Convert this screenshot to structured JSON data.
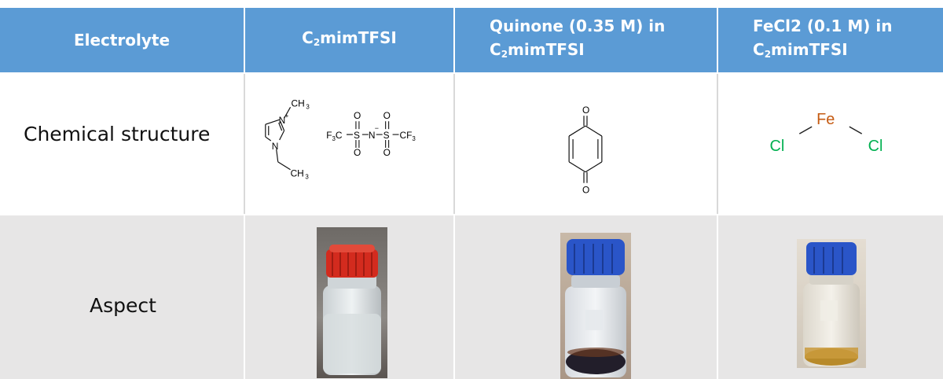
{
  "header": {
    "col0": "Electrolyte",
    "col1_main": "C",
    "col1_sub": "2",
    "col1_rest": "mimTFSI",
    "col2_line1": "Quinone (0.35 M) in",
    "col2_line2_main": "C",
    "col2_line2_sub": "2",
    "col2_line2_rest": "mimTFSI",
    "col3_line1": "FeCl2 (0.1 M) in",
    "col3_line2_main": "C",
    "col3_line2_sub": "2",
    "col3_line2_rest": "mimTFSI"
  },
  "rows": {
    "structure_label": "Chemical structure",
    "aspect_label": "Aspect"
  },
  "structure_text": {
    "ch3_top": "CH",
    "ch3_top_sub": "3",
    "n_plus": "N",
    "plus": "+",
    "n_lower": "N",
    "ch3_bottom": "CH",
    "ch3_bottom_sub": "3",
    "f3c": "F",
    "f3c_sub": "3",
    "f3c_c": "C",
    "s1": "S",
    "n_minus": "N",
    "minus": "−",
    "s2": "S",
    "cf3": "CF",
    "cf3_sub": "3",
    "o": "O",
    "fe": "Fe",
    "cl": "Cl"
  },
  "colors": {
    "header_bg": "#5b9bd5",
    "aspect_bg": "#e7e6e6",
    "fe_color": "#c55a11",
    "cl_color": "#00b050",
    "red_cap": "#d32b1e",
    "blue_cap": "#2a55c8"
  },
  "images": {
    "jar1": "photo-red-cap-clear-liquid",
    "jar2": "photo-blue-cap-dark-liquid",
    "jar3": "photo-blue-cap-amber-liquid"
  }
}
